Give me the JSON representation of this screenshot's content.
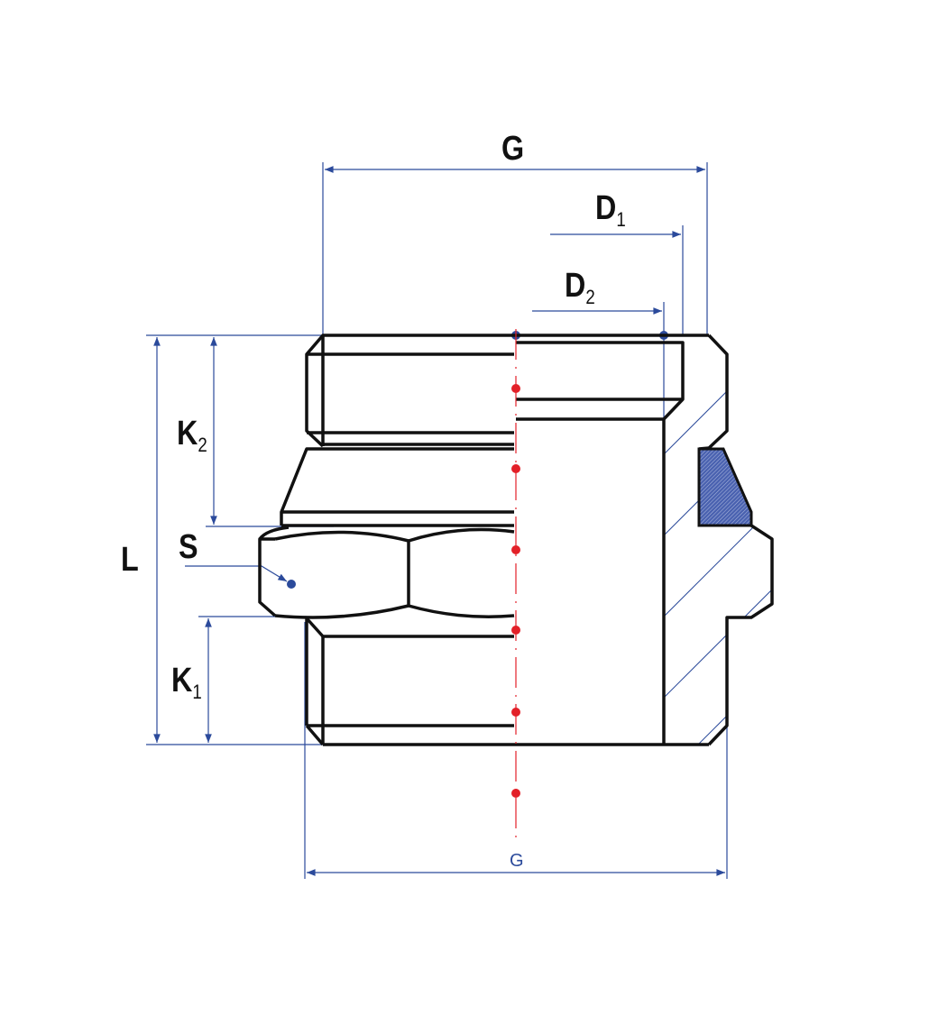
{
  "title": "Reducing nipple fitting technical drawing",
  "labels": {
    "g_top": "G",
    "d1_main": "D",
    "d1_sub": "1",
    "d2_main": "D",
    "d2_sub": "2",
    "k2_main": "K",
    "k2_sub": "2",
    "s": "S",
    "l": "L",
    "k1_main": "K",
    "k1_sub": "1",
    "g_bottom": "G"
  },
  "colors": {
    "outline": "#111111",
    "dimension": "#2b4a9b",
    "centerline": "#e32028",
    "gasket": "#4a62b0"
  }
}
